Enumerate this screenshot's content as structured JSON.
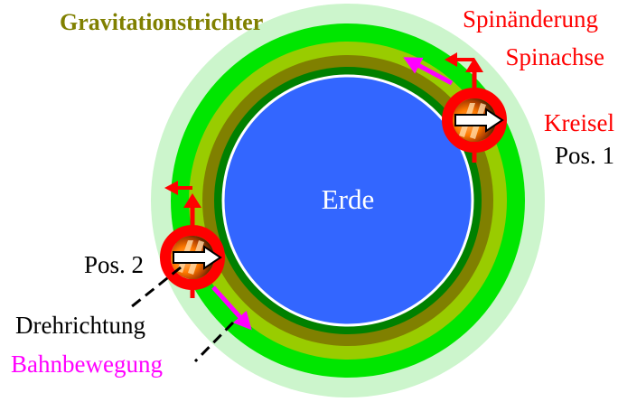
{
  "labels": {
    "funnel_title": "Gravitationstrichter",
    "earth": "Erde",
    "spin_change": "Spinänderung",
    "spin_axis": "Spinachse",
    "gyroscope": "Kreisel",
    "position_1": "Pos. 1",
    "position_2": "Pos. 2",
    "rotation_direction": "Drehrichtung",
    "orbital_motion": "Bahnbewegung"
  },
  "colors": {
    "funnel_ring_outer": "#ccf5cc",
    "funnel_ring_bright": "#00e600",
    "funnel_ring_olive_light": "#99cc00",
    "funnel_ring_olive_dark": "#808000",
    "funnel_ring_dark": "#008000",
    "earth": "#3366ff",
    "title_text": "#808000",
    "spin_text": "#ff0000",
    "orbit_text": "#ff00ff",
    "plain_text": "#000000",
    "gyro_ring": "#ff0000",
    "spin_arrow": "#ff0000",
    "orbit_arrow": "#ff00ff",
    "axis_arrow_fill": "#ffffff"
  }
}
